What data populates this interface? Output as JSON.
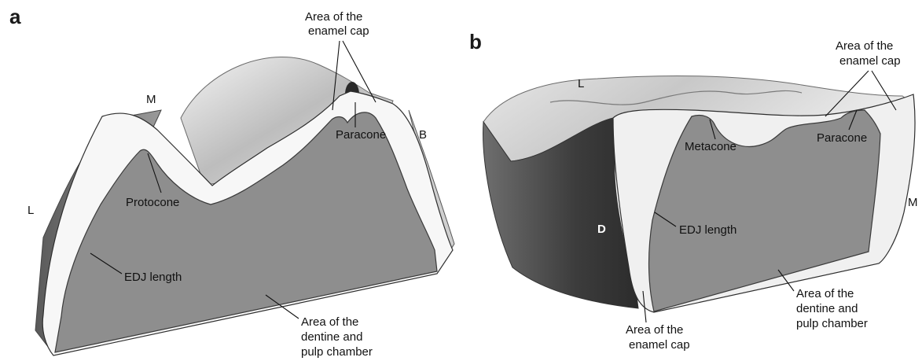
{
  "panels": {
    "a": {
      "letter": "a",
      "labels": {
        "area_enamel_cap": [
          "Area of the",
          "enamel cap"
        ],
        "m": "M",
        "b": "B",
        "l": "L",
        "paracone": "Paracone",
        "protocone": "Protocone",
        "edj_length": "EDJ length",
        "area_dentine": [
          "Area of the",
          "dentine and",
          "pulp chamber"
        ]
      }
    },
    "b": {
      "letter": "b",
      "labels": {
        "l": "L",
        "area_enamel_cap_top": [
          "Area of the",
          "enamel cap"
        ],
        "metacone": "Metacone",
        "paracone": "Paracone",
        "m": "M",
        "d": "D",
        "edj_length": "EDJ length",
        "area_dentine": [
          "Area of the",
          "dentine and",
          "pulp chamber"
        ],
        "area_enamel_cap_bottom": [
          "Area of the",
          "enamel cap"
        ]
      }
    }
  },
  "colors": {
    "dentine": "#8e8e8e",
    "enamel_section": "#f2f2f2",
    "enamel_surface": "#d6d6d6",
    "dark_surface": "#555555",
    "outline": "#3a3a3a"
  }
}
